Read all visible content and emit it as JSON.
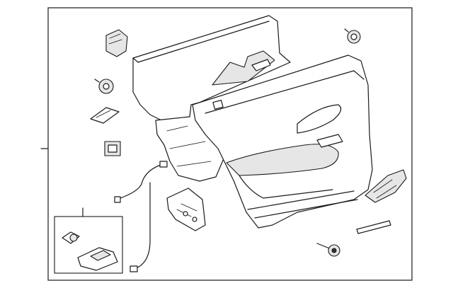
{
  "diagram": {
    "background": "#ffffff",
    "line_color": "#1a1a1a",
    "shade_color": "#e6e6e6",
    "parts": [
      {
        "id": "door-trim-panel"
      },
      {
        "id": "water-deflector"
      },
      {
        "id": "handle-bezel"
      },
      {
        "id": "push-pin-retainer"
      },
      {
        "id": "push-pin-clip"
      },
      {
        "id": "insulator-pad"
      },
      {
        "id": "small-clip"
      },
      {
        "id": "switch-housing"
      },
      {
        "id": "wiring-harness"
      },
      {
        "id": "mounting-bracket"
      },
      {
        "id": "pull-handle-cover"
      },
      {
        "id": "sill-molding-strip"
      },
      {
        "id": "trim-screw"
      },
      {
        "id": "bulb-socket"
      },
      {
        "id": "lamp-assembly"
      }
    ]
  }
}
